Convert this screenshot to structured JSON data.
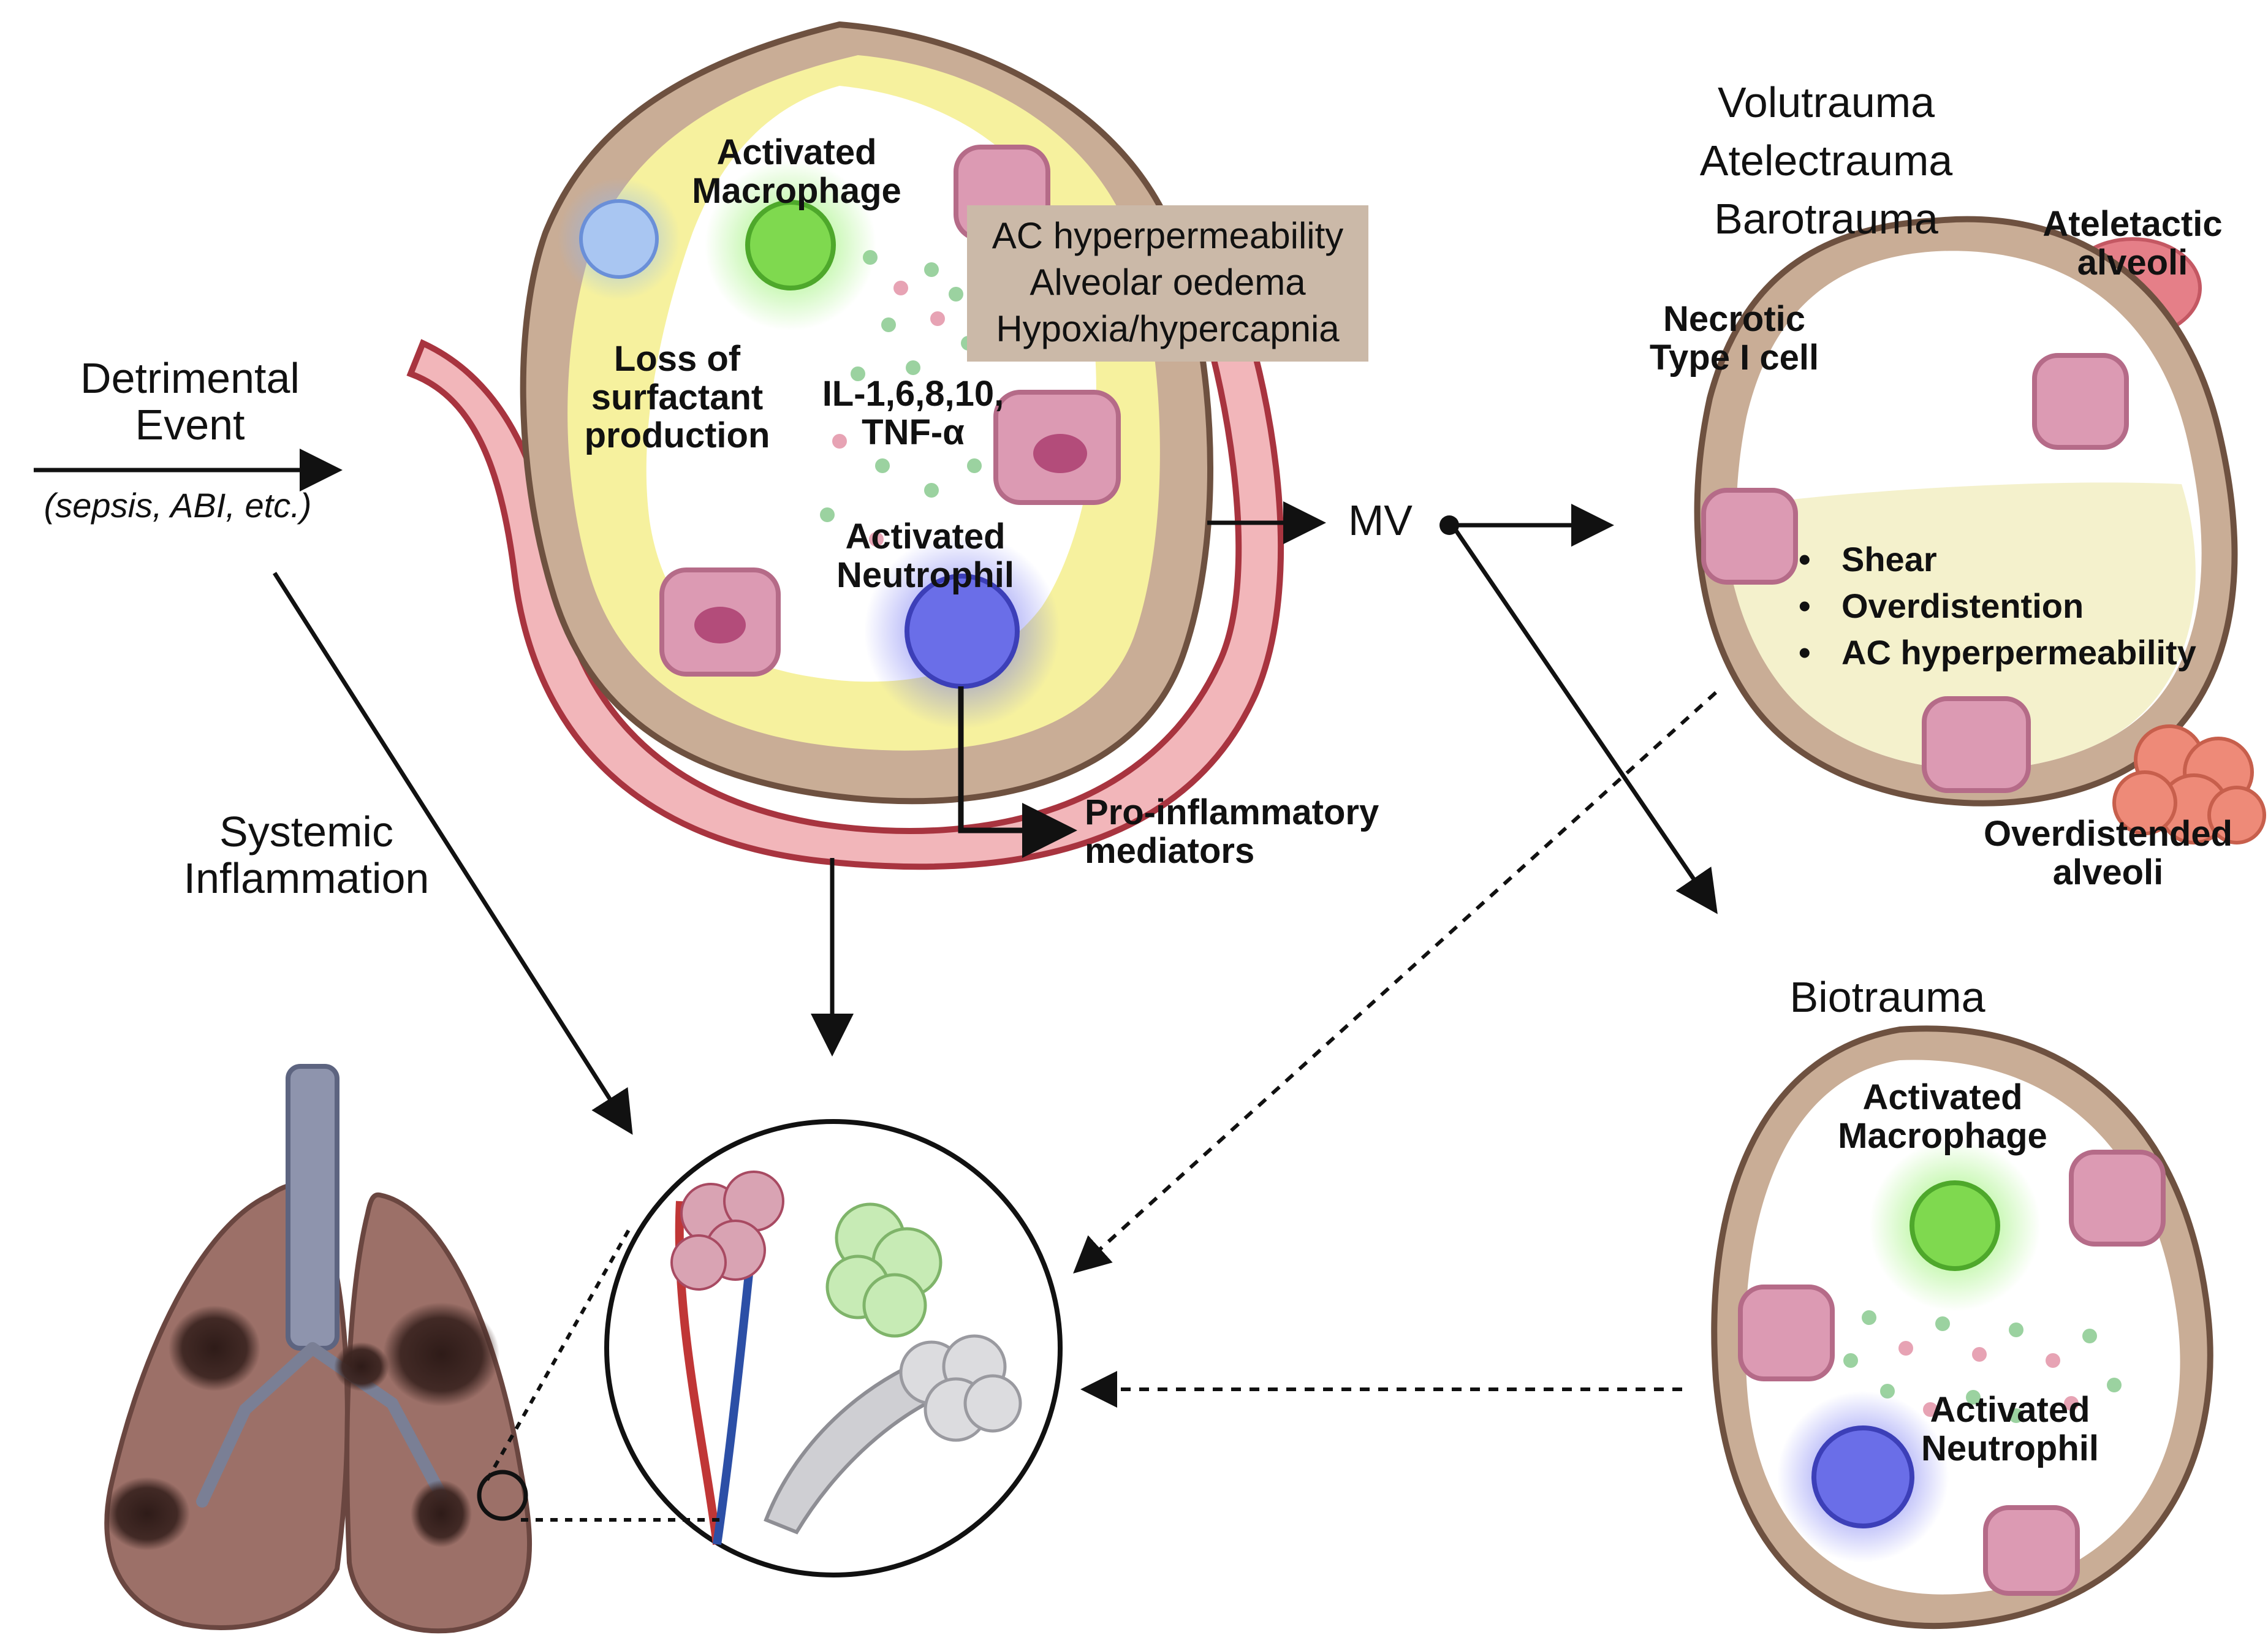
{
  "left": {
    "event_title": "Detrimental Event",
    "event_examples": "(sepsis, ABI, etc.)",
    "systemic": "Systemic Inflammation"
  },
  "alveolus_main": {
    "activated_macrophage": "Activated Macrophage",
    "loss_surfactant": "Loss of surfactant production",
    "cytokines": "IL-1,6,8,10, TNF-α",
    "activated_neutrophil": "Activated Neutrophil",
    "effects_box": [
      "AC hyperpermeability",
      "Alveolar oedema",
      "Hypoxia/hypercapnia"
    ],
    "pro_inflammatory": "Pro-inflammatory mediators"
  },
  "mv": {
    "label": "MV"
  },
  "injury": {
    "traumas": [
      "Volutrauma",
      "Atelectrauma",
      "Barotrauma"
    ],
    "atelectatic": "Ateletactic alveoli",
    "necrotic": "Necrotic Type I cell",
    "bullets": [
      "Shear",
      "Overdistention",
      "AC hyperpermeability"
    ],
    "overdistended": "Overdistended alveoli"
  },
  "biotrauma": {
    "title": "Biotrauma",
    "macrophage": "Activated Macrophage",
    "neutrophil": "Activated Neutrophil"
  },
  "colors": {
    "tissue": "#c9ad96",
    "tissue_edge": "#6e5140",
    "surfactant": "#f6f19e",
    "vessel": "#f2b6ba",
    "vessel_edge": "#a8343f",
    "cell_pink": "#dc9ab3",
    "macrophage_green": "#7fd94f",
    "neutrophil_blue": "#6a6ee8",
    "lung": "#9c7068",
    "box": "#cbb9a8"
  }
}
